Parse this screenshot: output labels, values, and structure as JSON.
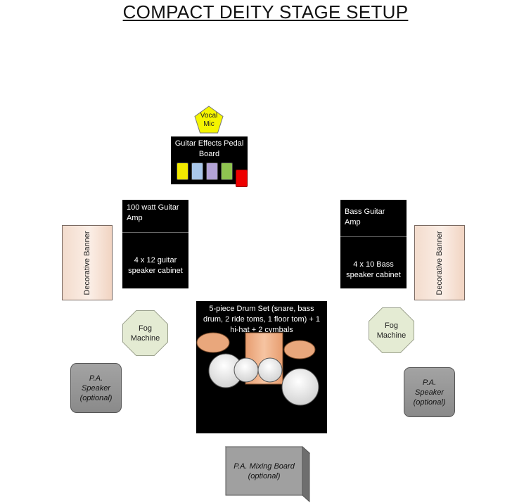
{
  "title": "COMPACT DEITY STAGE SETUP",
  "vocal_mic": {
    "label": "Vocal Mic",
    "color": "#f5f500"
  },
  "pedal_board": {
    "label": "Guitar Effects Pedal Board",
    "pedal_colors": [
      "#f2ea00",
      "#a9c7ea",
      "#b3a3d6",
      "#8fc450",
      "#ee0000"
    ]
  },
  "guitar_amp": {
    "head_label": "100 watt Guitar Amp",
    "cabinet_label": "4 x 12 guitar speaker cabinet"
  },
  "bass_amp": {
    "head_label": "Bass Guitar Amp",
    "cabinet_label": "4 x 10 Bass speaker cabinet"
  },
  "banners": {
    "left_label": "Decorative Banner",
    "right_label": "Decorative Banner",
    "color": "#f8e4d8"
  },
  "fog_machines": {
    "left_label": "Fog Machine",
    "right_label": "Fog Machine",
    "color": "#e4ebd3"
  },
  "drum_set": {
    "label": "5-piece Drum Set (snare, bass drum, 2 ride toms, 1 floor tom) + 1 hi-hat + 2 cymbals"
  },
  "pa_speakers": {
    "left_label": "P.A. Speaker (optional)",
    "right_label": "P.A. Speaker (optional)"
  },
  "mixing_board": {
    "label": "P.A. Mixing Board (optional)"
  }
}
